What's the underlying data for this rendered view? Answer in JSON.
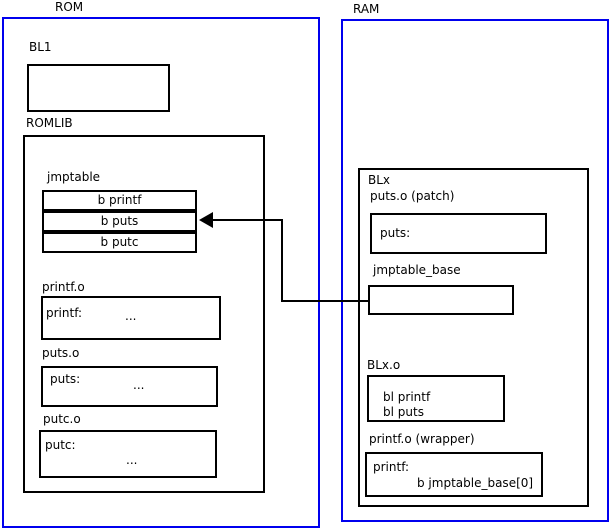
{
  "rom": {
    "title": "ROM",
    "bl1_label": "BL1",
    "romlib_label": "ROMLIB",
    "jmptable": {
      "label": "jmptable",
      "rows": [
        "b printf",
        "b puts",
        "b putc"
      ]
    },
    "printf_o": {
      "label": "printf.o",
      "symbol": "printf:",
      "dots": "..."
    },
    "puts_o": {
      "label": "puts.o",
      "symbol": "puts:",
      "dots": "..."
    },
    "putc_o": {
      "label": "putc.o",
      "symbol": "putc:",
      "dots": "..."
    }
  },
  "ram": {
    "title": "RAM",
    "blx_label": "BLx",
    "puts_patch": {
      "label": "puts.o (patch)",
      "symbol": "puts:"
    },
    "jmptable_base_label": "jmptable_base",
    "blx_o": {
      "label": "BLx.o",
      "lines": [
        "bl printf",
        "bl puts"
      ]
    },
    "printf_wrapper": {
      "label": "printf.o (wrapper)",
      "symbol": "printf:",
      "branch": "b jmptable_base[0]"
    }
  },
  "colors": {
    "frame_blue": "#0000ee",
    "line_black": "#000000"
  }
}
